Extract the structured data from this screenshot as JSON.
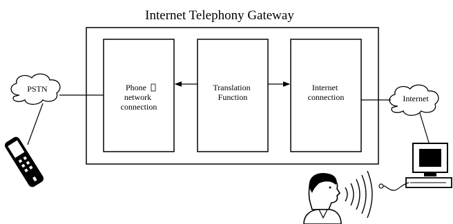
{
  "title": "Internet Telephony Gateway",
  "modules": {
    "phone": {
      "line1": "Phone",
      "line2": "network",
      "line3": "connection"
    },
    "translation": {
      "line1": "Translation",
      "line2": "Function"
    },
    "internet": {
      "line1": "Internet",
      "line2": "connection"
    }
  },
  "clouds": {
    "left": "PSTN",
    "right": "Internet"
  },
  "icons": [
    "mobile-phone-icon",
    "computer-icon",
    "person-speaking-icon",
    "sound-waves-icon"
  ]
}
